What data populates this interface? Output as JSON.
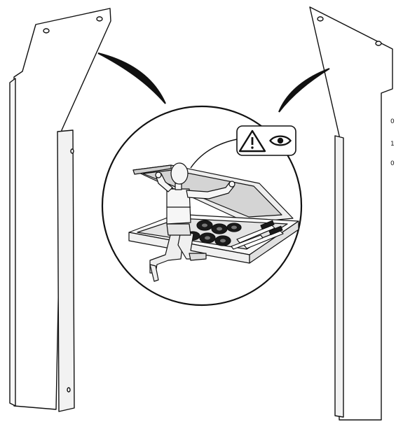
{
  "figure": {
    "background": "#ffffff",
    "stroke": "#111111",
    "panel_fill": "#ffffff",
    "panel_shade": "#ececec",
    "figure_fill": "#f6f6f6",
    "figure_shade": "#d9d9d9",
    "dark_fill": "#1a1a1a",
    "glass_fill": "#d4d4d4"
  },
  "safety_signs": [
    {
      "icon": "warning-triangle-icon"
    },
    {
      "icon": "eye-icon"
    }
  ],
  "edge_marks": [
    "0",
    "1",
    "0"
  ]
}
